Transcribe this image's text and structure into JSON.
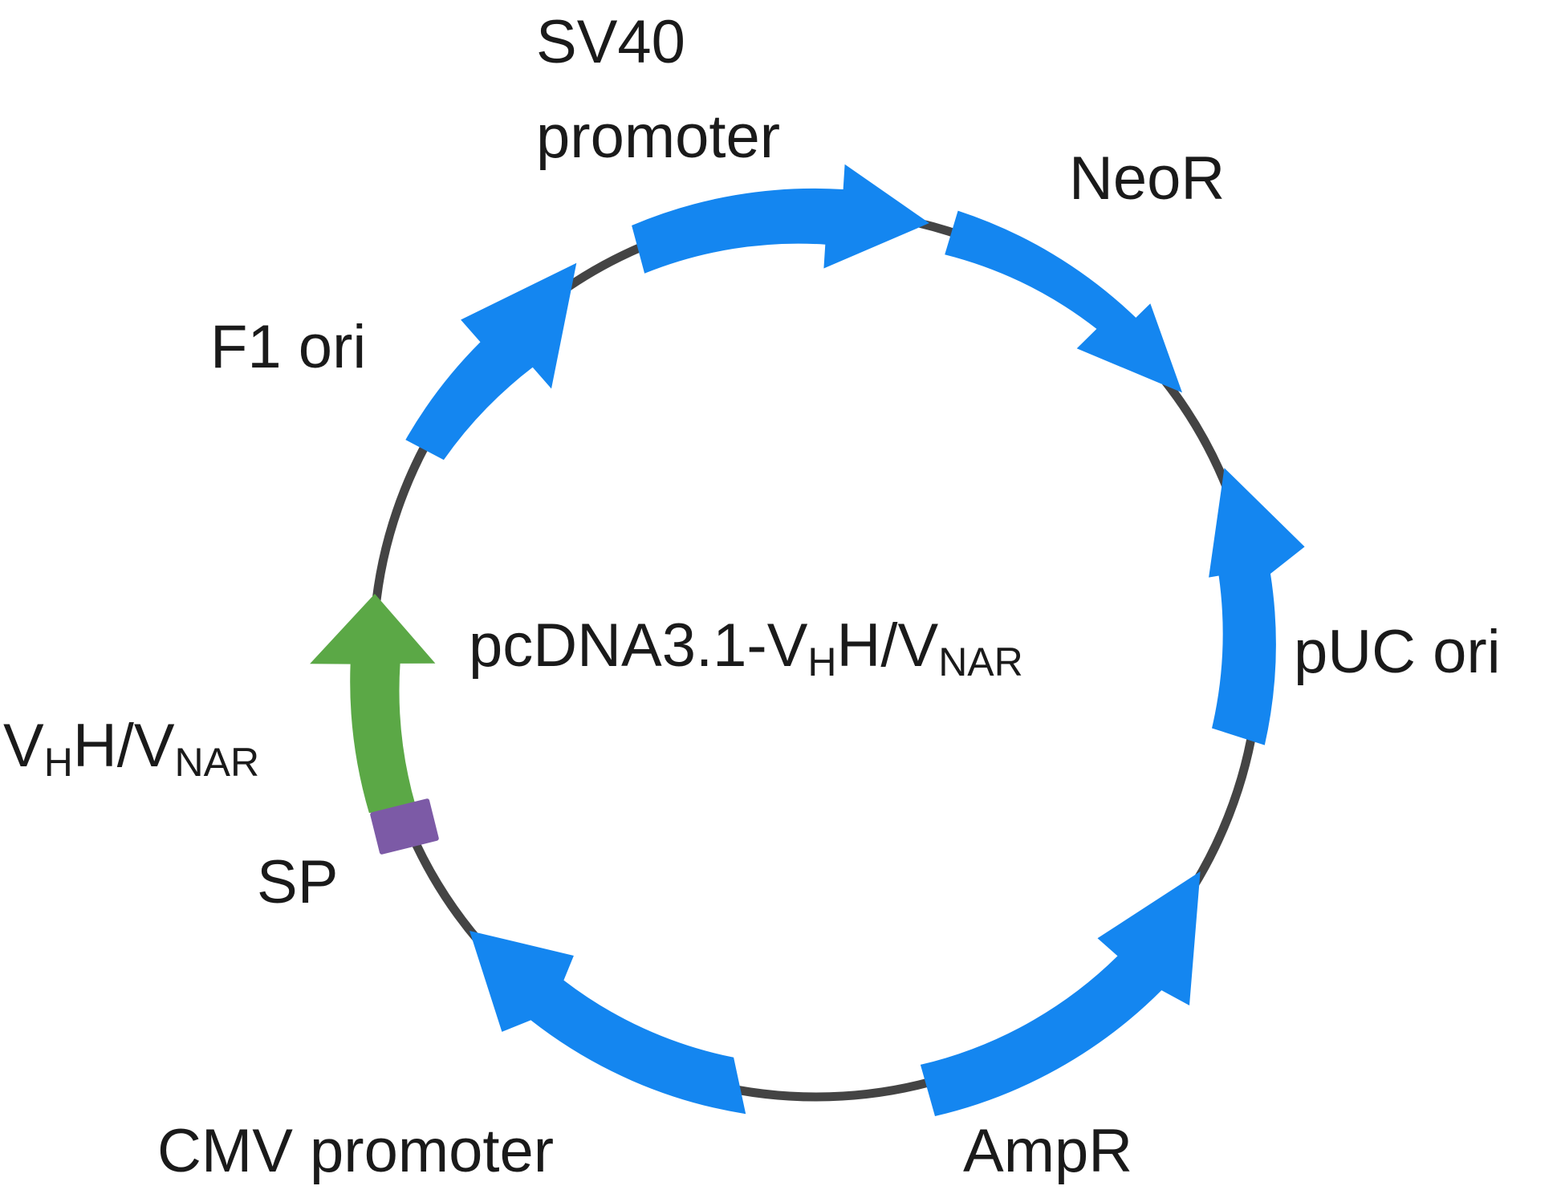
{
  "plasmid": {
    "name_prefix": "pcDNA3.1-V",
    "name_sub1": "H",
    "name_mid": "H/V",
    "name_sub2": "NAR"
  },
  "colors": {
    "backbone": "#444444",
    "feature_blue": "#1486f0",
    "insert_green": "#5ba846",
    "signal_peptide": "#7c5aa6"
  },
  "labels": {
    "sv40_line1": "SV40",
    "sv40_line2": "promoter",
    "neor": "NeoR",
    "f1_ori": "F1 ori",
    "puc_ori": "pUC ori",
    "insert_prefix": "V",
    "insert_sub1": "H",
    "insert_mid": "H/V",
    "insert_sub2": "NAR",
    "sp": "SP",
    "cmv_promoter": "CMV promoter",
    "ampr": "AmpR"
  },
  "features": [
    {
      "id": "f1-ori",
      "label": "F1 ori",
      "color": "blue",
      "direction": "clockwise"
    },
    {
      "id": "sv40-promoter",
      "label": "SV40 promoter",
      "color": "blue",
      "direction": "clockwise"
    },
    {
      "id": "neor",
      "label": "NeoR",
      "color": "blue",
      "direction": "clockwise"
    },
    {
      "id": "puc-ori",
      "label": "pUC ori",
      "color": "blue",
      "direction": "counterclockwise"
    },
    {
      "id": "ampr",
      "label": "AmpR",
      "color": "blue",
      "direction": "counterclockwise"
    },
    {
      "id": "cmv-promoter",
      "label": "CMV promoter",
      "color": "blue",
      "direction": "clockwise"
    },
    {
      "id": "sp",
      "label": "SP",
      "color": "purple",
      "direction": "none"
    },
    {
      "id": "vhh-vnar",
      "label": "VHH/VNAR",
      "color": "green",
      "direction": "clockwise"
    }
  ]
}
